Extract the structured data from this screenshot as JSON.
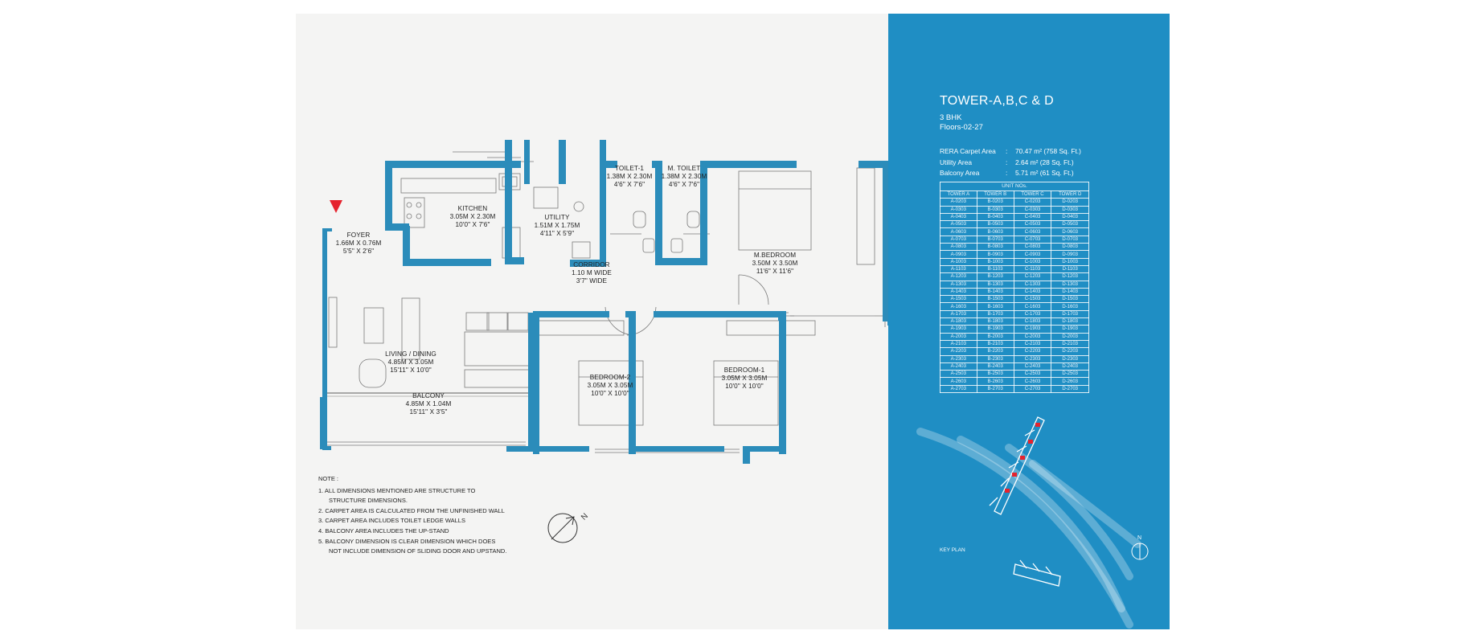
{
  "rooms": {
    "foyer": {
      "name": "FOYER",
      "dim_m": "1.66M X 0.76M",
      "dim_ft": "5'5\" X 2'6\""
    },
    "kitchen": {
      "name": "KITCHEN",
      "dim_m": "3.05M X 2.30M",
      "dim_ft": "10'0\" X 7'6\""
    },
    "utility": {
      "name": "UTILITY",
      "dim_m": "1.51M X 1.75M",
      "dim_ft": "4'11\" X 5'9\""
    },
    "toilet1": {
      "name": "TOILET-1",
      "dim_m": "1.38M X 2.30M",
      "dim_ft": "4'6\" X 7'6\""
    },
    "mtoilet": {
      "name": "M. TOILET",
      "dim_m": "1.38M X 2.30M",
      "dim_ft": "4'6\" X 7'6\""
    },
    "mbedroom": {
      "name": "M.BEDROOM",
      "dim_m": "3.50M X 3.50M",
      "dim_ft": "11'6\" X 11'6\""
    },
    "corridor": {
      "name": "CORRIDOR",
      "dim_m": "1.10 M WIDE",
      "dim_ft": "3'7\" WIDE"
    },
    "living": {
      "name": "LIVING / DINING",
      "dim_m": "4.85M X 3.05M",
      "dim_ft": "15'11\" X 10'0\""
    },
    "bedroom2": {
      "name": "BEDROOM-2",
      "dim_m": "3.05M X 3.05M",
      "dim_ft": "10'0\" X 10'0\""
    },
    "bedroom1": {
      "name": "BEDROOM-1",
      "dim_m": "3.05M X 3.05M",
      "dim_ft": "10'0\" X 10'0\""
    },
    "balcony": {
      "name": "BALCONY",
      "dim_m": "4.85M X 1.04M",
      "dim_ft": "15'11\" X 3'5\""
    }
  },
  "notes": {
    "title": "NOTE :",
    "n1a": "1.  ALL DIMENSIONS MENTIONED ARE STRUCTURE TO",
    "n1b": "STRUCTURE DIMENSIONS.",
    "n2": "2.  CARPET AREA IS CALCULATED FROM THE UNFINISHED WALL",
    "n3": "3.  CARPET AREA INCLUDES TOILET LEDGE WALLS",
    "n4": "4.  BALCONY AREA INCLUDES THE UP-STAND",
    "n5a": "5.  BALCONY DIMENSION IS CLEAR DIMENSION WHICH DOES",
    "n5b": "NOT INCLUDE DIMENSION OF SLIDING DOOR AND UPSTAND."
  },
  "compass_letter": "N",
  "info": {
    "title": "TOWER-A,B,C & D",
    "type": "3 BHK",
    "floors": "Floors-02-27",
    "areas": [
      {
        "label": "RERA Carpet Area",
        "value": "70.47 m² (758 Sq. Ft.)"
      },
      {
        "label": "Utility Area",
        "value": "2.64 m² (28 Sq. Ft.)"
      },
      {
        "label": "Balcony Area",
        "value": "5.71 m² (61 Sq. Ft.)"
      }
    ],
    "unit_caption": "UNIT NOs.",
    "unit_headers": [
      "TOWER A",
      "TOWER B",
      "TOWER C",
      "TOWER D"
    ],
    "unit_rows": [
      [
        "A-0203",
        "B-0203",
        "C-0203",
        "D-0203"
      ],
      [
        "A-0303",
        "B-0303",
        "C-0303",
        "D-0303"
      ],
      [
        "A-0403",
        "B-0403",
        "C-0403",
        "D-0403"
      ],
      [
        "A-0503",
        "B-0503",
        "C-0503",
        "D-0503"
      ],
      [
        "A-0603",
        "B-0603",
        "C-0603",
        "D-0603"
      ],
      [
        "A-0703",
        "B-0703",
        "C-0703",
        "D-0703"
      ],
      [
        "A-0803",
        "B-0803",
        "C-0803",
        "D-0803"
      ],
      [
        "A-0903",
        "B-0903",
        "C-0903",
        "D-0903"
      ],
      [
        "A-1003",
        "B-1003",
        "C-1003",
        "D-1003"
      ],
      [
        "A-1103",
        "B-1103",
        "C-1103",
        "D-1103"
      ],
      [
        "A-1203",
        "B-1203",
        "C-1203",
        "D-1203"
      ],
      [
        "A-1303",
        "B-1303",
        "C-1303",
        "D-1303"
      ],
      [
        "A-1403",
        "B-1403",
        "C-1403",
        "D-1403"
      ],
      [
        "A-1503",
        "B-1503",
        "C-1503",
        "D-1503"
      ],
      [
        "A-1603",
        "B-1603",
        "C-1603",
        "D-1603"
      ],
      [
        "A-1703",
        "B-1703",
        "C-1703",
        "D-1703"
      ],
      [
        "A-1803",
        "B-1803",
        "C-1803",
        "D-1803"
      ],
      [
        "A-1903",
        "B-1903",
        "C-1903",
        "D-1903"
      ],
      [
        "A-2003",
        "B-2003",
        "C-2003",
        "D-2003"
      ],
      [
        "A-2103",
        "B-2103",
        "C-2103",
        "D-2103"
      ],
      [
        "A-2203",
        "B-2203",
        "C-2203",
        "D-2203"
      ],
      [
        "A-2303",
        "B-2303",
        "C-2303",
        "D-2303"
      ],
      [
        "A-2403",
        "B-2403",
        "C-2403",
        "D-2403"
      ],
      [
        "A-2503",
        "B-2503",
        "C-2503",
        "D-2503"
      ],
      [
        "A-2603",
        "B-2603",
        "C-2603",
        "D-2603"
      ],
      [
        "A-2703",
        "B-2703",
        "C-2703",
        "D-2703"
      ]
    ],
    "key_plan_label": "KEY PLAN",
    "key_compass_letter": "N"
  },
  "colors": {
    "wall": "#2b8cba",
    "panel": "#1f8ec4",
    "marker": "#e5232e",
    "line": "#6d6d6d"
  }
}
